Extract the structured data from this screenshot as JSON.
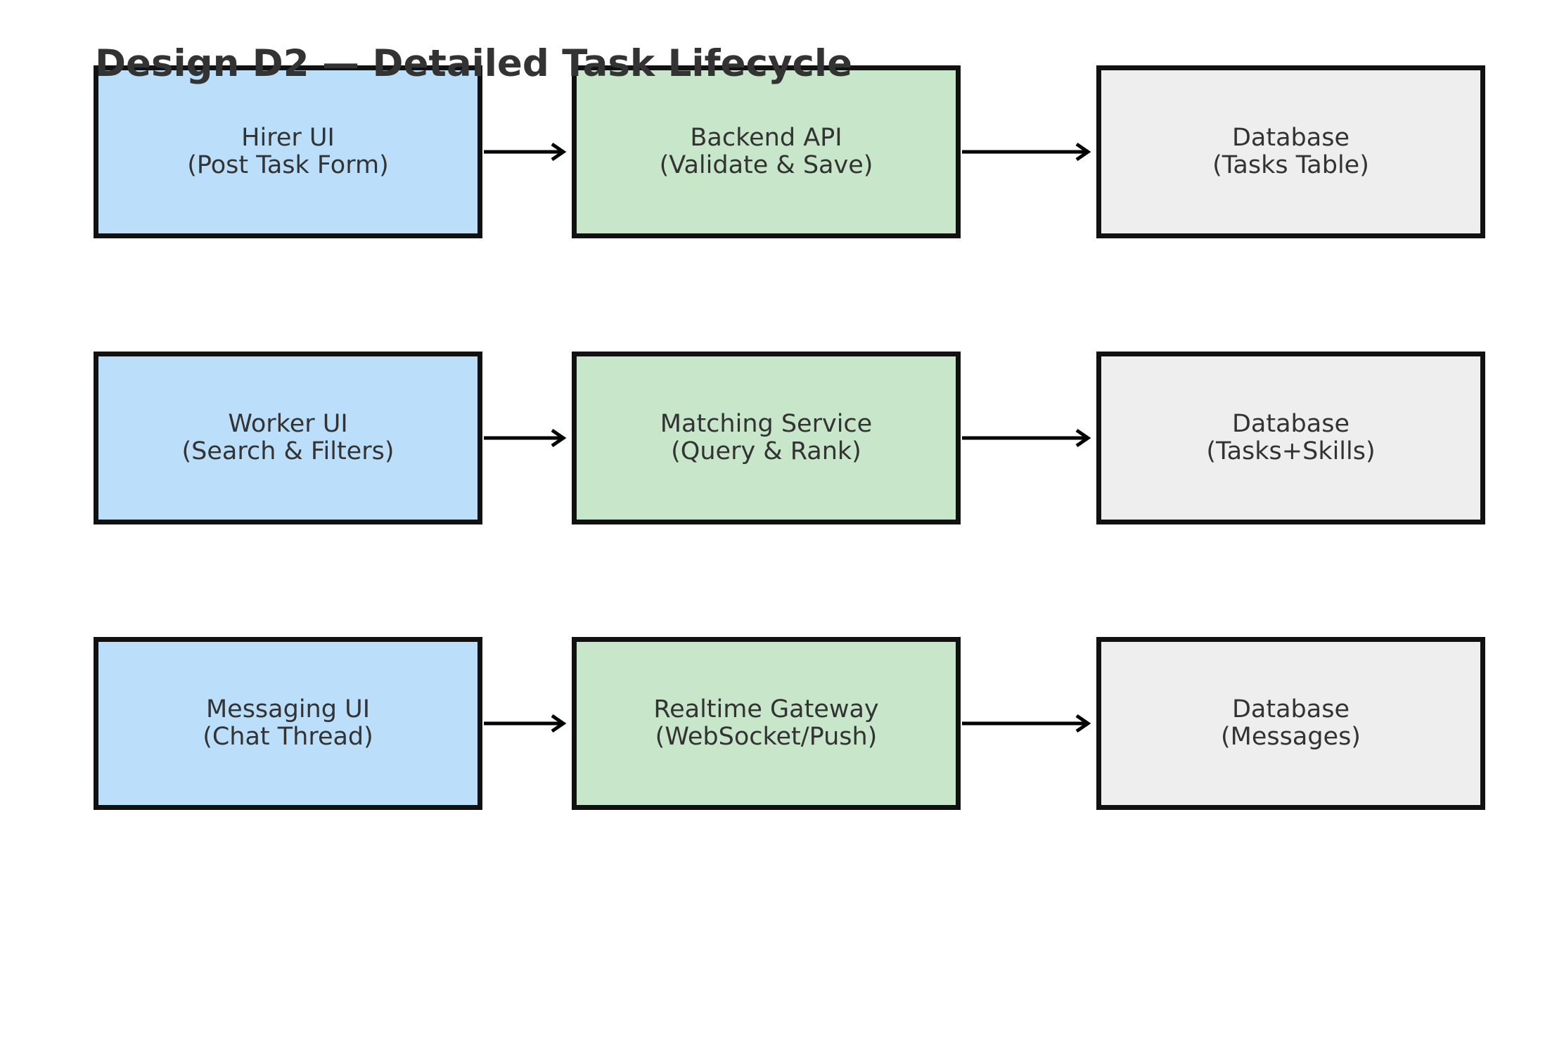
{
  "diagram": {
    "title": "Design D2 — Detailed Task Lifecycle",
    "colors": {
      "ui_fill": "#bbdefa",
      "service_fill": "#c8e6c9",
      "store_fill": "#eeeeee",
      "border": "#111111",
      "text": "#333333",
      "arrow": "#000000"
    },
    "rows": [
      {
        "ui": {
          "line1": "Hirer UI",
          "line2": "(Post Task Form)"
        },
        "service": {
          "line1": "Backend API",
          "line2": "(Validate & Save)"
        },
        "store": {
          "line1": "Database",
          "line2": "(Tasks Table)"
        }
      },
      {
        "ui": {
          "line1": "Worker UI",
          "line2": "(Search & Filters)"
        },
        "service": {
          "line1": "Matching Service",
          "line2": "(Query & Rank)"
        },
        "store": {
          "line1": "Database",
          "line2": "(Tasks+Skills)"
        }
      },
      {
        "ui": {
          "line1": "Messaging UI",
          "line2": "(Chat Thread)"
        },
        "service": {
          "line1": "Realtime Gateway",
          "line2": "(WebSocket/Push)"
        },
        "store": {
          "line1": "Database",
          "line2": "(Messages)"
        }
      }
    ],
    "flows": [
      {
        "from": "ui",
        "to": "service"
      },
      {
        "from": "service",
        "to": "store"
      }
    ]
  }
}
